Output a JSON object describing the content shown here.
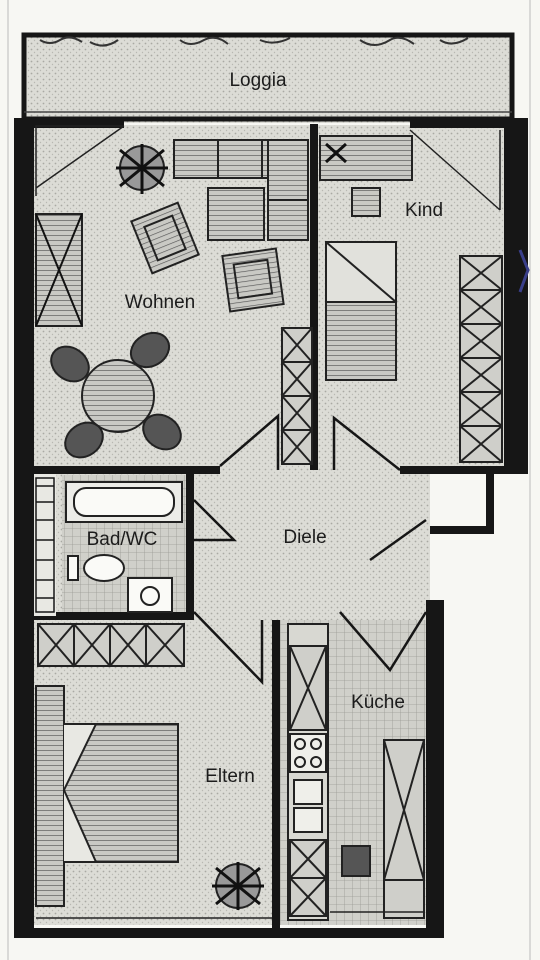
{
  "plan": {
    "rooms": {
      "loggia": "Loggia",
      "wohnen": "Wohnen",
      "kind": "Kind",
      "bad": "Bad/WC",
      "diele": "Diele",
      "kueche": "Küche",
      "eltern": "Eltern"
    }
  },
  "colors": {
    "paper": "#fbfbf8",
    "floor": "#d6d6d0",
    "wall": "#161616",
    "furniture": "#8a8a86",
    "outline": "#222222"
  },
  "icons": {
    "plants": [
      "plant-icon"
    ],
    "furniture": [
      "sofa-icon",
      "armchair-icon",
      "dining-table-icon",
      "bed-icon",
      "bathtub-icon",
      "toilet-icon",
      "sink-icon",
      "stove-icon",
      "wardrobe-icon"
    ]
  }
}
